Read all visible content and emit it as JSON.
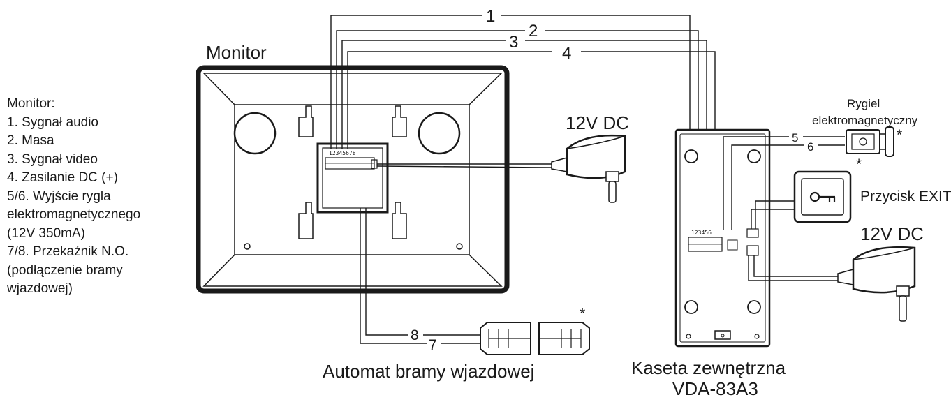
{
  "legend": {
    "heading": "Monitor:",
    "items": [
      "1. Sygnał audio",
      "2. Masa",
      "3. Sygnał video",
      "4. Zasilanie DC (+)",
      "5/6. Wyjście rygla",
      "elektromagnetycznego",
      "(12V 350mA)",
      "7/8. Przekaźnik N.O.",
      "(podłączenie bramy",
      "wjazdowej)"
    ]
  },
  "labels": {
    "monitor": "Monitor",
    "power_monitor": "12V DC",
    "power_station": "12V DC",
    "lock_line1": "Rygiel",
    "lock_line2": "elektromagnetyczny",
    "exit_button": "Przycisk EXIT",
    "gate": "Automat bramy wjazdowej",
    "station_line1": "Kaseta zewnętrzna",
    "station_line2": "VDA-83A3",
    "optional_marker": "*"
  },
  "wires": {
    "w1": "1",
    "w2": "2",
    "w3": "3",
    "w4": "4",
    "w5": "5",
    "w6": "6",
    "w7": "7",
    "w8": "8"
  },
  "terminals": {
    "monitor_pins": "12345678",
    "station_pins": "123456"
  }
}
